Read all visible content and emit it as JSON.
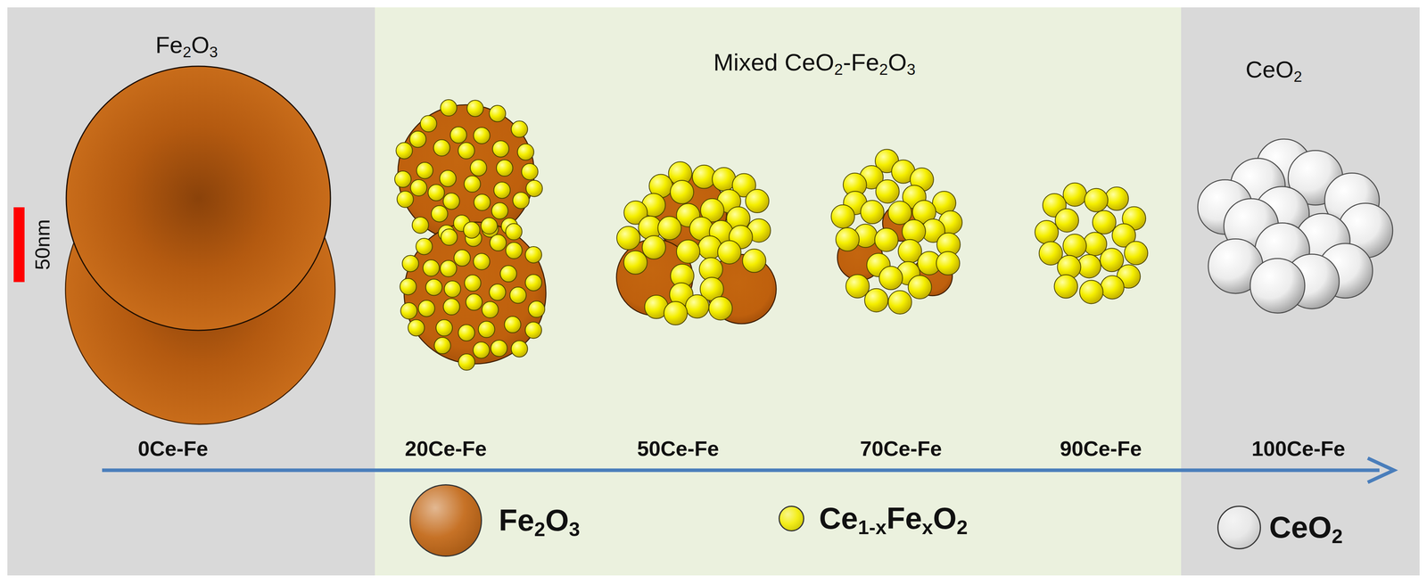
{
  "diagram": {
    "nodes": [
      {
        "text": [
          "Fe2O3"
        ]
      },
      {
        "text": [
          "Mixed CeO2-Fe2O3"
        ]
      },
      {
        "text": [
          "CeO2"
        ]
      }
    ],
    "labels": [
      "50nm",
      "0Ce-Fe",
      "20Ce-Fe",
      "50Ce-Fe",
      "70Ce-Fe",
      "90Ce-Fe",
      "100Ce-Fe"
    ],
    "legend": [
      {
        "text": "Fe2O3",
        "color": "#c0620e"
      },
      {
        "text": "Ce1-xFexO2",
        "color": "#f2ec00"
      },
      {
        "text": "CeO2",
        "color": "#e6e6e6"
      }
    ]
  }
}
